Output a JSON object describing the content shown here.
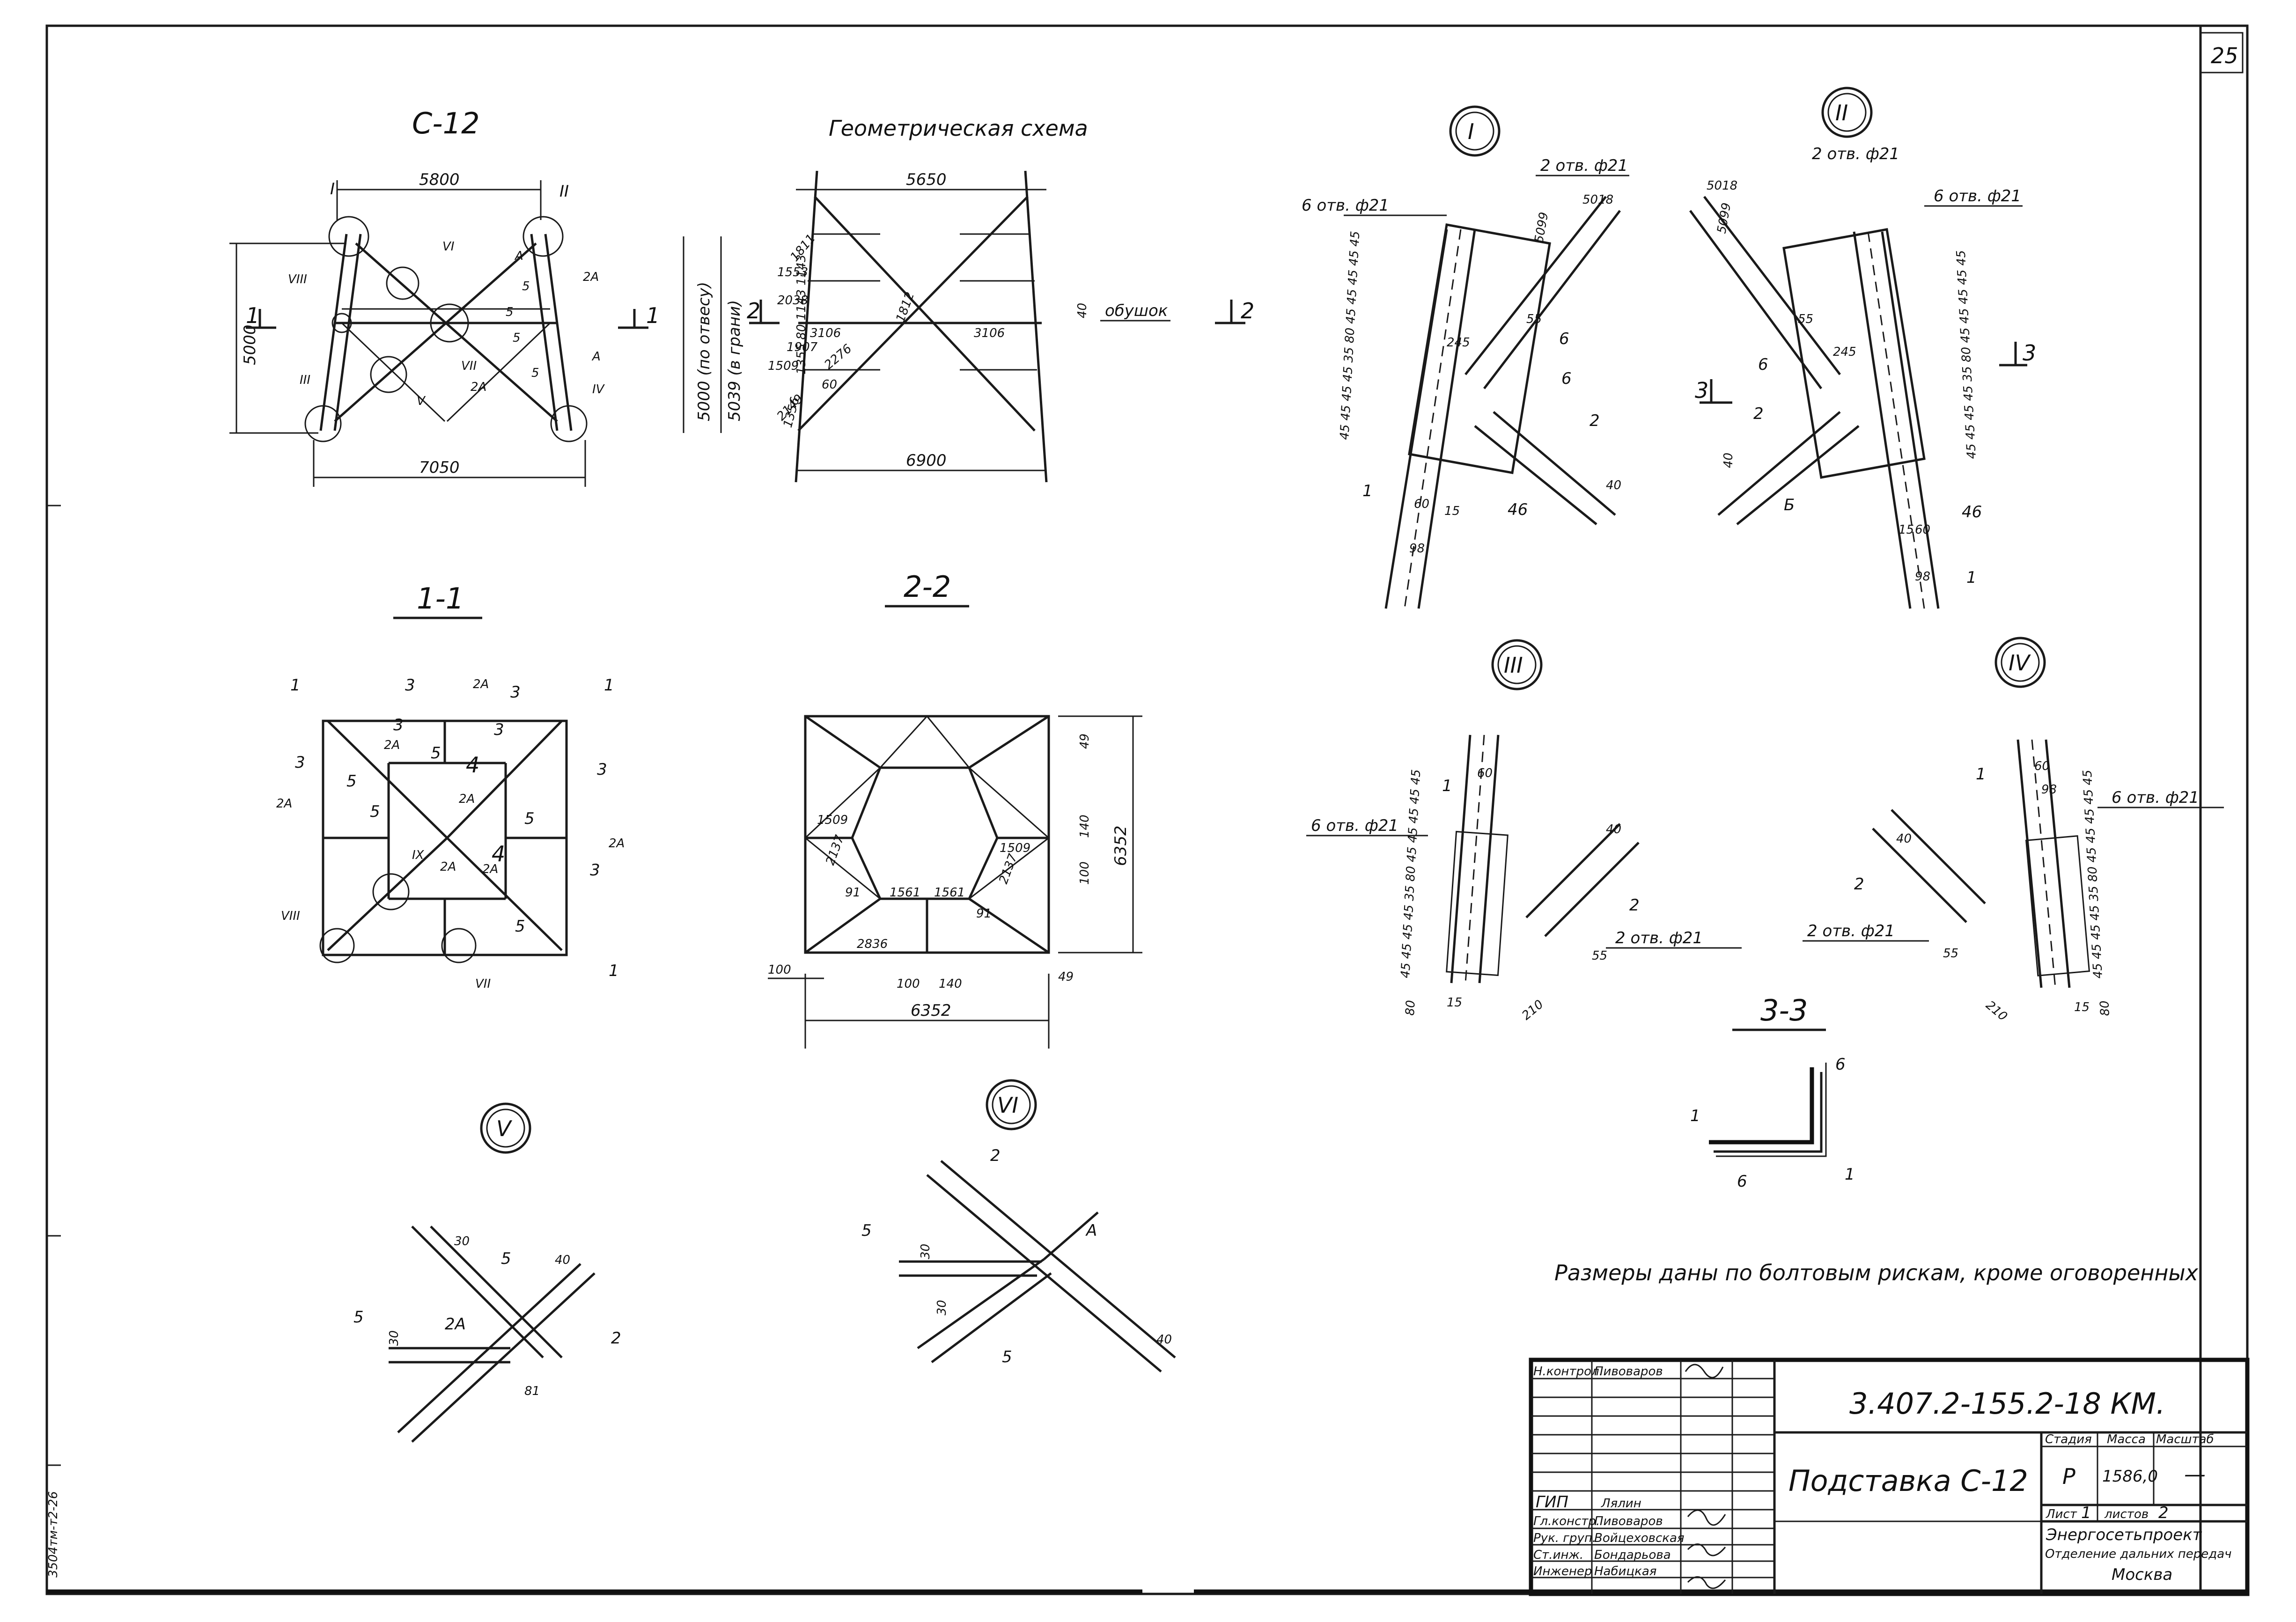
{
  "sheet": {
    "page_number": "25",
    "side_code": "3504тм-т2-26"
  },
  "main": {
    "mark": "С-12",
    "geom_title": "Геометрическая схема",
    "note": "Размеры даны по болтовым рискам, кроме оговоренных",
    "section_1": "1-1",
    "section_2": "2-2",
    "section_3": "3-3",
    "roman": [
      "I",
      "II",
      "III",
      "IV",
      "V",
      "VI",
      "VII",
      "VIII",
      "IX"
    ]
  },
  "dims": {
    "top_5800": "5800",
    "bottom_7050": "7050",
    "height_5000": "5000",
    "g_top": "5650",
    "g_bottom": "6900",
    "g_h1": "5000 (по отвесу)",
    "g_h2": "5039 (в грани)",
    "g_1811": "1811",
    "g_1553": "1553",
    "g_2038": "2038",
    "g_1812": "1812",
    "g_3106a": "3106",
    "g_3106b": "3106",
    "g_1907": "1907",
    "g_1509": "1509",
    "g_2276": "2276",
    "g_2149": "2149",
    "g_60": "60",
    "g_1356": "1356",
    "g_col": "1355 80 1143 1143",
    "g_40": "40",
    "g_obushok": "обушок",
    "s2_6352h": "6352",
    "s2_6352v": "6352",
    "s2_100a": "100",
    "s2_100b": "100",
    "s2_140": "140",
    "s2_49a": "49",
    "s2_49b": "49",
    "s2_1509a": "1509",
    "s2_1509b": "1509",
    "s2_2137a": "2137",
    "s2_2137b": "2137",
    "s2_1561a": "1561",
    "s2_1561b": "1561",
    "s2_2836": "2836",
    "s2_91a": "91",
    "s2_91b": "91",
    "s2_100v": "100",
    "s2_140v": "140",
    "holes_6": "6 отв. ф21",
    "holes_2": "2 отв. ф21",
    "n5018": "5018",
    "n5099": "5099",
    "n98": "98",
    "n60": "60",
    "n15": "15",
    "n46": "46",
    "n80": "80",
    "n40": "40",
    "n210": "210",
    "n55": "55",
    "n30": "30",
    "n81": "81",
    "n245": "245",
    "seq": "45 45 45 45 35 80 45 45 45 45 45"
  },
  "parts": {
    "p1": "1",
    "p2": "2",
    "p2A": "2А",
    "p3": "3",
    "p4": "4",
    "p5": "5",
    "p6": "6",
    "pA": "А",
    "pB": "Б"
  },
  "title_block": {
    "doc_code": "3.407.2-155.2-18 КМ.",
    "name": "Подставка С-12",
    "stage_h": "Стадия",
    "mass_h": "Масса",
    "scale_h": "Масштаб",
    "stage": "Р",
    "mass": "1586,0",
    "scale": "—",
    "sheet_l": "Лист",
    "sheet_n": "1",
    "sheets_l": "листов",
    "sheets_n": "2",
    "org1": "Энергосетьпроект",
    "org2": "Отделение дальних передач",
    "org3": "Москва",
    "roles": [
      "Н.контрол.",
      "ГИП",
      "Гл.констр.",
      "Рук. груп.",
      "Ст.инж.",
      "Инженер"
    ],
    "names": [
      "Пивоваров",
      "Лялин",
      "Пивоваров",
      "Войцеховская",
      "Бондарьова",
      "Набицкая"
    ]
  }
}
